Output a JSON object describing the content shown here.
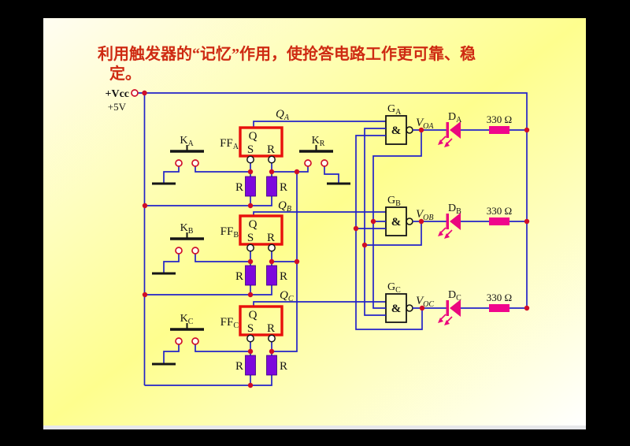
{
  "title": {
    "line1": "利用触发器的“记忆”作用，使抢答电路工作更可靠、稳",
    "line2": "定。"
  },
  "circuit": {
    "power": {
      "vcc": "+Vcc",
      "voltage": "+5V"
    },
    "reset_switch": {
      "base": "K",
      "sub": "R"
    },
    "rows": [
      {
        "id": "A",
        "switch_base": "K",
        "switch_sub": "A",
        "ff_base": "FF",
        "ff_sub": "A",
        "pin_q": "Q",
        "pin_s": "S",
        "pin_r": "R",
        "pullup": "R",
        "q_out_base": "Q",
        "q_out_sub": "A",
        "gate_base": "G",
        "gate_sub": "A",
        "gate_symbol": "&",
        "vout_base": "V",
        "vout_sub": "OA",
        "led_base": "D",
        "led_sub": "A",
        "series_resistor": "330 Ω"
      },
      {
        "id": "B",
        "switch_base": "K",
        "switch_sub": "B",
        "ff_base": "FF",
        "ff_sub": "B",
        "pin_q": "Q",
        "pin_s": "S",
        "pin_r": "R",
        "pullup": "R",
        "q_out_base": "Q",
        "q_out_sub": "B",
        "gate_base": "G",
        "gate_sub": "B",
        "gate_symbol": "&",
        "vout_base": "V",
        "vout_sub": "OB",
        "led_base": "D",
        "led_sub": "B",
        "series_resistor": "330 Ω"
      },
      {
        "id": "C",
        "switch_base": "K",
        "switch_sub": "C",
        "ff_base": "FF",
        "ff_sub": "C",
        "pin_q": "Q",
        "pin_s": "S",
        "pin_r": "R",
        "pullup": "R",
        "q_out_base": "Q",
        "q_out_sub": "C",
        "gate_base": "G",
        "gate_sub": "C",
        "gate_symbol": "&",
        "vout_base": "V",
        "vout_sub": "OC",
        "led_base": "D",
        "led_sub": "C",
        "series_resistor": "330 Ω"
      }
    ],
    "colors": {
      "wire": "#2323c8",
      "ff_box": "#e8100c",
      "junction_dot": "#cf0d28",
      "pullup_resistor": "#7d08dc",
      "led": "#ea077e",
      "series_resistor": "#f0068c",
      "title_text": "#ce2a12",
      "slide_yellow": "#fefe8e"
    }
  }
}
